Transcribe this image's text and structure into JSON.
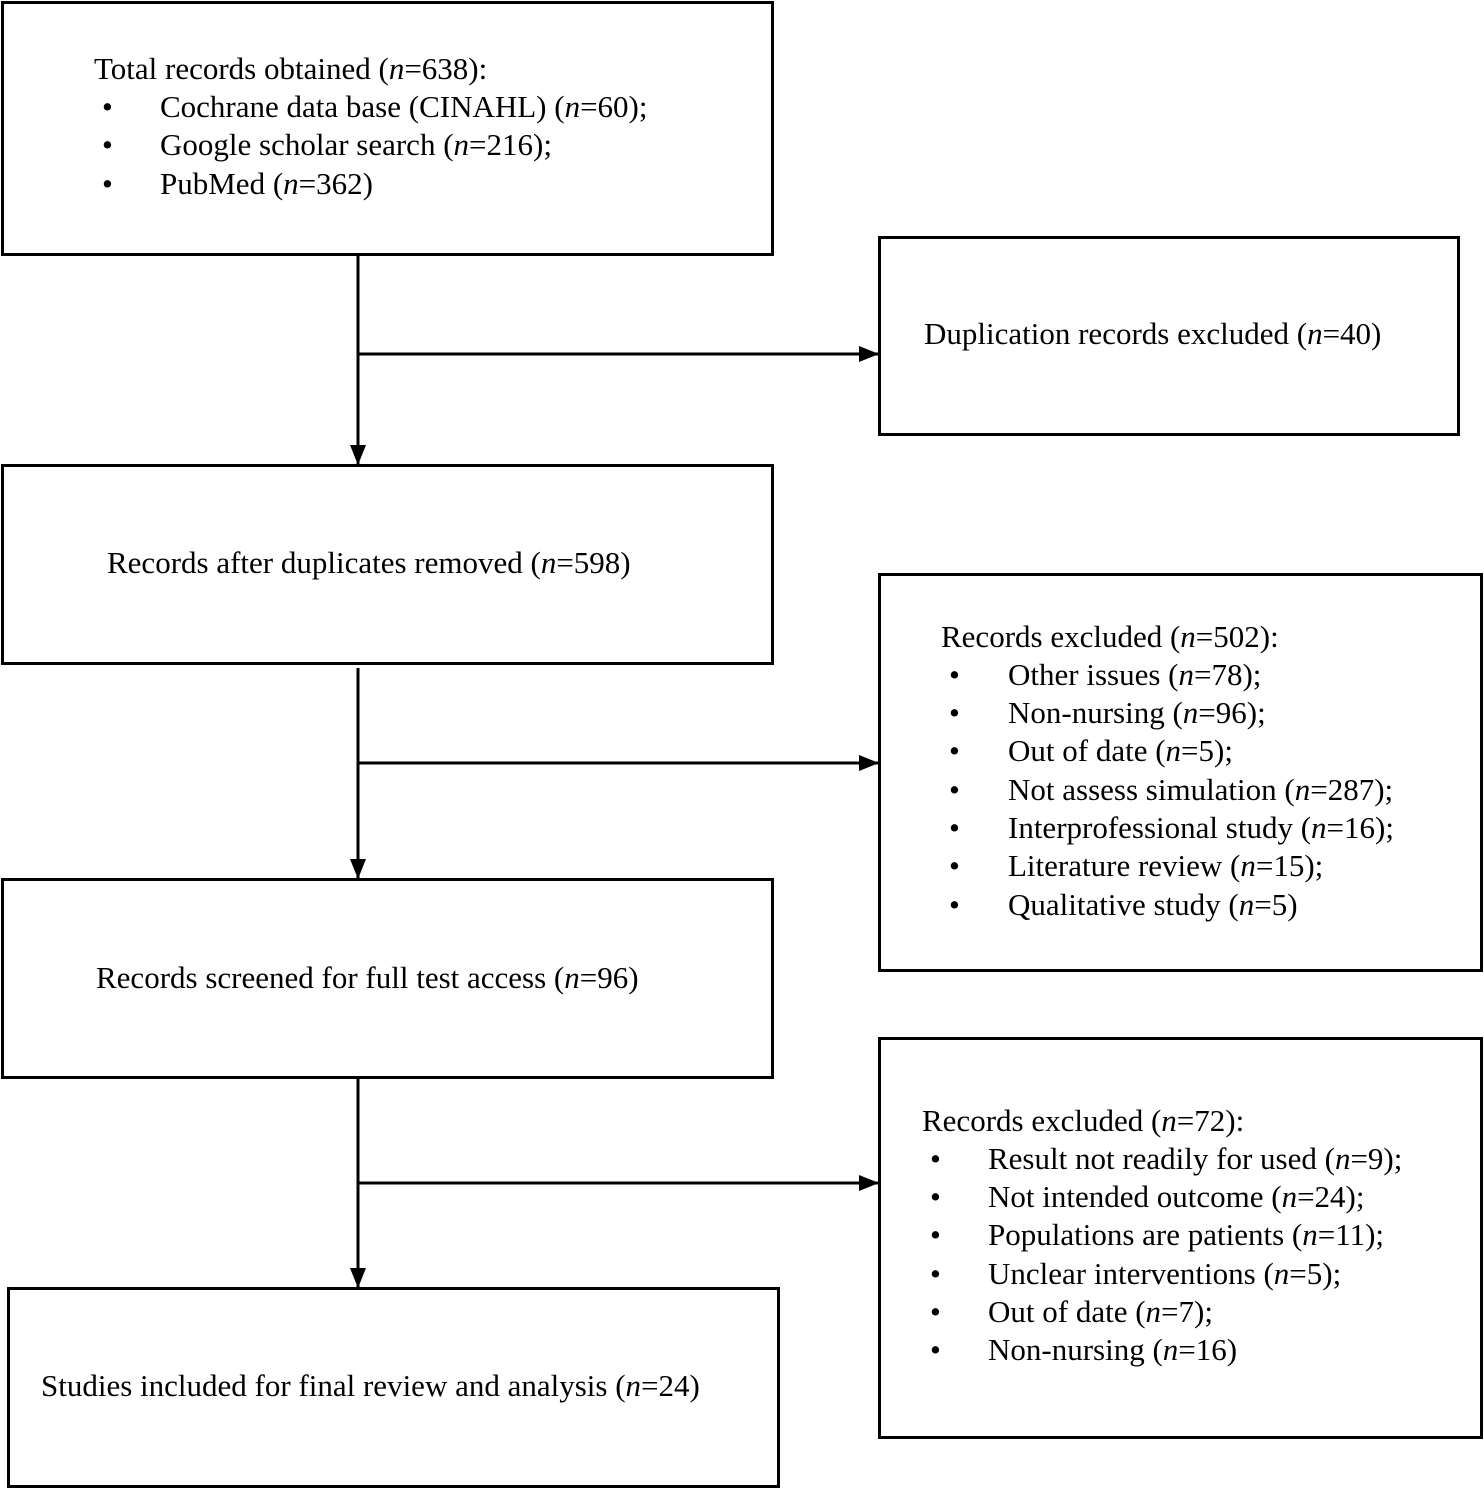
{
  "boxes": {
    "total": {
      "title": [
        "Total records obtained (",
        "n",
        "=638):"
      ],
      "items": [
        [
          "Cochrane data base (CINAHL) (",
          "n",
          "=60);"
        ],
        [
          "Google scholar search (",
          "n",
          "=216);"
        ],
        [
          "PubMed (",
          "n",
          "=362)"
        ]
      ]
    },
    "duplication": {
      "title": [
        "Duplication records excluded (",
        "n",
        "=40)"
      ]
    },
    "after_duplicates": {
      "title": [
        "Records after duplicates removed (",
        "n",
        "=598)"
      ]
    },
    "excluded_1": {
      "title": [
        "Records excluded (",
        "n",
        "=502):"
      ],
      "items": [
        [
          "Other issues (",
          "n",
          "=78);"
        ],
        [
          "Non-nursing (",
          "n",
          "=96);"
        ],
        [
          "Out of date (",
          "n",
          "=5);"
        ],
        [
          "Not assess simulation (",
          "n",
          "=287);"
        ],
        [
          "Interprofessional study (",
          "n",
          "=16);"
        ],
        [
          "Literature review (",
          "n",
          "=15);"
        ],
        [
          "Qualitative study (",
          "n",
          "=5)"
        ]
      ]
    },
    "screened": {
      "title": [
        "Records screened for full test access (",
        "n",
        "=96)"
      ]
    },
    "excluded_2": {
      "title": [
        "Records excluded (",
        "n",
        "=72):"
      ],
      "items": [
        [
          "Result not readily for used (",
          "n",
          "=9);"
        ],
        [
          "Not intended outcome (",
          "n",
          "=24);"
        ],
        [
          "Populations are patients (",
          "n",
          "=11);"
        ],
        [
          "Unclear interventions (",
          "n",
          "=5);"
        ],
        [
          "Out of date (",
          "n",
          "=7);"
        ],
        [
          "Non-nursing (",
          "n",
          "=16)"
        ]
      ]
    },
    "included": {
      "title": [
        "Studies included for final review and analysis (",
        "n",
        "=24)"
      ]
    }
  },
  "bullet_glyph": "•"
}
